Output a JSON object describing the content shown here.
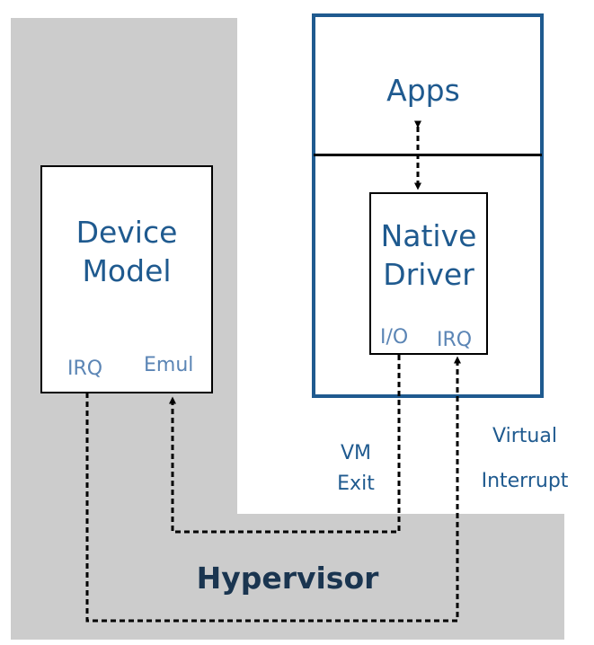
{
  "hypervisor": {
    "label": "Hypervisor"
  },
  "device_model": {
    "title_line1": "Device",
    "title_line2": "Model",
    "irq_label": "IRQ",
    "emul_label": "Emul"
  },
  "guest": {
    "apps_label": "Apps"
  },
  "native_driver": {
    "title_line1": "Native",
    "title_line2": "Driver",
    "io_label": "I/O",
    "irq_label": "IRQ"
  },
  "edges": {
    "vm_exit_line1": "VM",
    "vm_exit_line2": "Exit",
    "virtual_interrupt_line1": "Virtual",
    "virtual_interrupt_line2": "Interrupt"
  },
  "colors": {
    "guest_border": "#1f5a8f",
    "text_blue": "#1f5a8f",
    "label_blue": "#5b85b5",
    "gray_region": "#cccccc",
    "hypervisor_text": "#1a3550"
  }
}
